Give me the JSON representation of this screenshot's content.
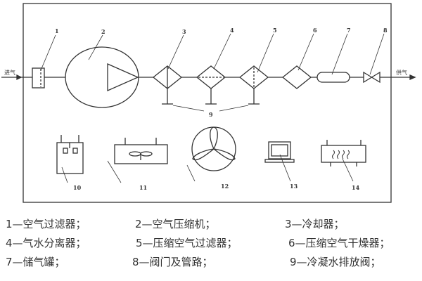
{
  "diagram": {
    "inlet_label": "进气",
    "outlet_label": "供气",
    "component_numbers": [
      "1",
      "2",
      "3",
      "4",
      "5",
      "6",
      "7",
      "8",
      "9",
      "10",
      "11",
      "12",
      "13",
      "14"
    ]
  },
  "legend": [
    [
      "1—空气过滤器；",
      "2—空气压缩机；",
      "3—冷却器；"
    ],
    [
      "4—气水分离器；",
      "5—压缩空气过滤器；",
      "6—压缩空气干燥器；"
    ],
    [
      "7—储气罐；",
      "8—阀门及管路；",
      "9—冷凝水排放阀；"
    ]
  ],
  "colors": {
    "stroke": "#333333",
    "text": "#333333"
  }
}
